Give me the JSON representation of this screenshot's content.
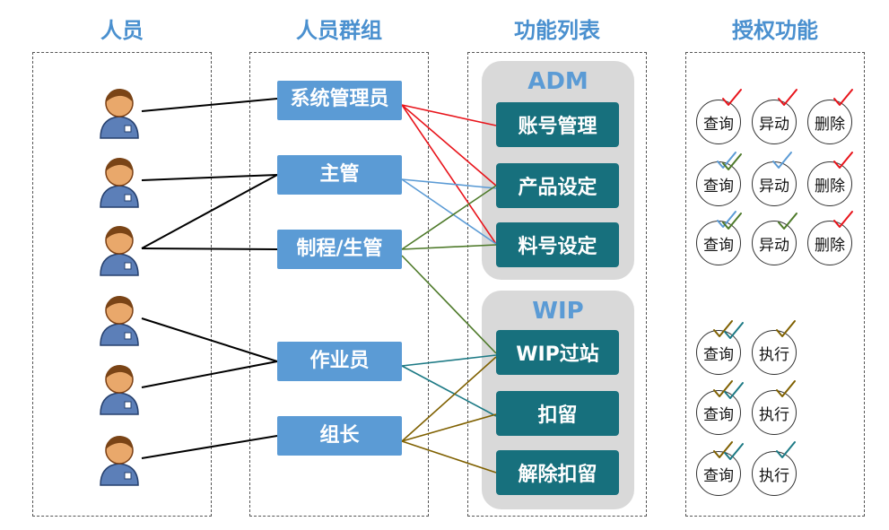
{
  "headers": {
    "people": "人员",
    "groups": "人员群组",
    "functions": "功能列表",
    "auth": "授权功能"
  },
  "groups": [
    "系统管理员",
    "主管",
    "制程/生管",
    "作业员",
    "组长"
  ],
  "panels": {
    "adm": {
      "title": "ADM",
      "items": [
        "账号管理",
        "产品设定",
        "料号设定"
      ]
    },
    "wip": {
      "title": "WIP",
      "items": [
        "WIP过站",
        "扣留",
        "解除扣留"
      ]
    }
  },
  "auth_adm_rows": [
    [
      "查询",
      "异动",
      "删除"
    ],
    [
      "查询",
      "异动",
      "删除"
    ],
    [
      "查询",
      "异动",
      "删除"
    ]
  ],
  "auth_wip_rows": [
    [
      "查询",
      "执行"
    ],
    [
      "查询",
      "执行"
    ],
    [
      "查询",
      "执行"
    ]
  ],
  "colors": {
    "header": "#4a90cf",
    "group_box": "#5b9bd5",
    "func_box": "#17707d",
    "panel": "#d9d9d9",
    "line_admin": "#e8141b",
    "line_manager": "#5b9bd5",
    "line_production": "#4e7a2a",
    "line_operator": "#1d7a85",
    "line_leader": "#7f6000",
    "line_people": "#000000"
  },
  "icons": {
    "person": "user-avatar-icon",
    "check": "check-mark-icon"
  }
}
